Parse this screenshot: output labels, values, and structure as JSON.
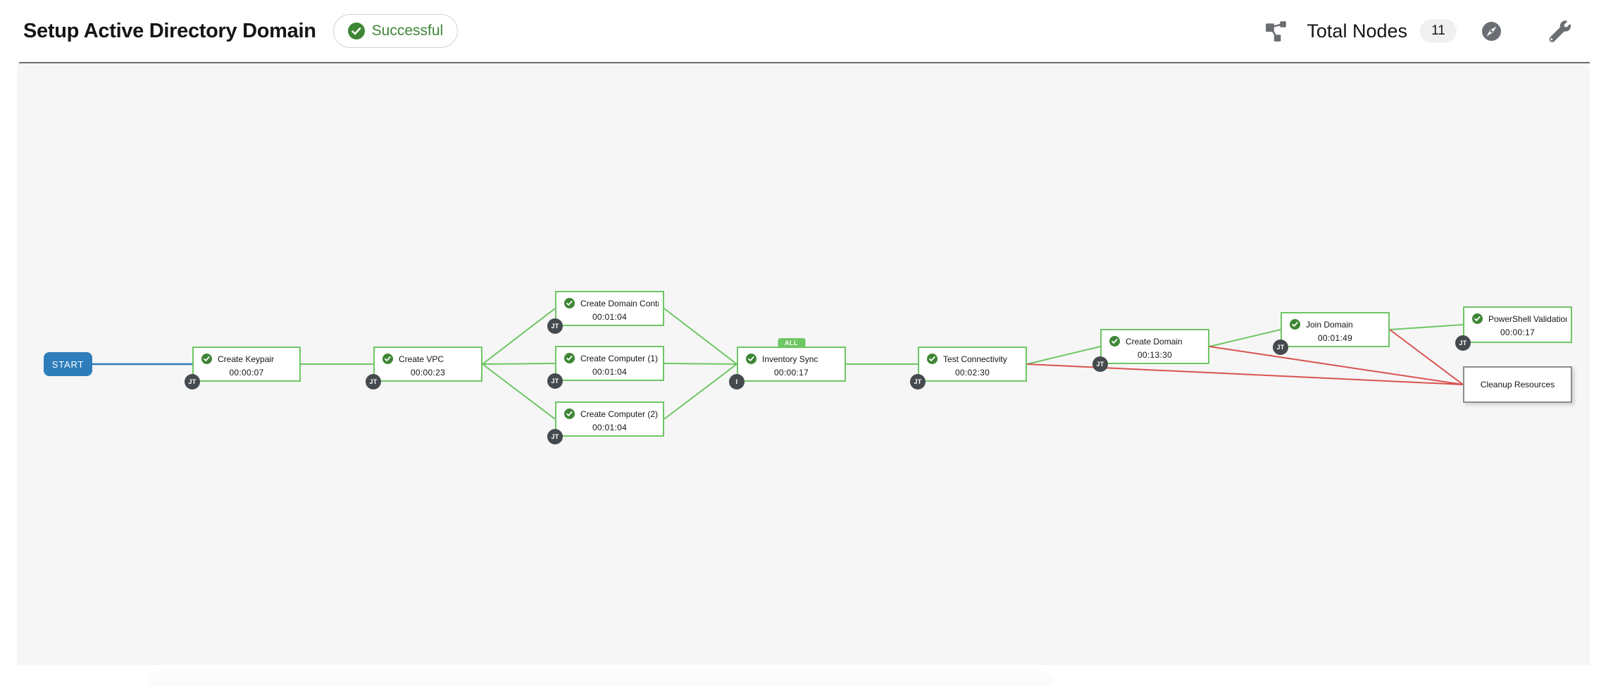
{
  "header": {
    "title": "Setup Active Directory Domain",
    "status_label": "Successful",
    "total_nodes_label": "Total Nodes",
    "total_nodes_count": "11",
    "icons": {
      "sitemap": "sitemap-icon",
      "compass": "compass-icon",
      "wrench": "wrench-icon"
    },
    "colors": {
      "status_green": "#3E8635",
      "icon_gray": "#6a6e73",
      "count_pill_bg": "#f0f0f0"
    }
  },
  "workflow": {
    "start_label": "START",
    "nodes": [
      {
        "title": "Create Keypair",
        "elapsed": "00:00:07",
        "badge": "JT",
        "status": "success"
      },
      {
        "title": "Create VPC",
        "elapsed": "00:00:23",
        "badge": "JT",
        "status": "success"
      },
      {
        "title": "Create Domain Contr…",
        "elapsed": "00:01:04",
        "badge": "JT",
        "status": "success"
      },
      {
        "title": "Create Computer (1)",
        "elapsed": "00:01:04",
        "badge": "JT",
        "status": "success"
      },
      {
        "title": "Create Computer (2)",
        "elapsed": "00:01:04",
        "badge": "JT",
        "status": "success"
      },
      {
        "title": "Inventory Sync",
        "elapsed": "00:00:17",
        "badge": "I",
        "status": "success",
        "tag": "ALL"
      },
      {
        "title": "Test Connectivity",
        "elapsed": "00:02:30",
        "badge": "JT",
        "status": "success"
      },
      {
        "title": "Create Domain",
        "elapsed": "00:13:30",
        "badge": "JT",
        "status": "success"
      },
      {
        "title": "Join Domain",
        "elapsed": "00:01:49",
        "badge": "JT",
        "status": "success"
      },
      {
        "title": "PowerShell Validation",
        "elapsed": "00:00:17",
        "badge": "JT",
        "status": "success"
      },
      {
        "title": "Cleanup Resources",
        "status": "not-run"
      }
    ],
    "edge_colors": {
      "success": "#6ec664",
      "failure": "#d9534f",
      "start": "#2d7dba"
    },
    "node_colors": {
      "success_border": "#6ec664",
      "not_run_border": "#8a8d90",
      "check_green": "#3E8635",
      "badge_bg": "#454a4f",
      "start_bg": "#2d7dba",
      "canvas_bg": "#f6f6f6"
    }
  }
}
